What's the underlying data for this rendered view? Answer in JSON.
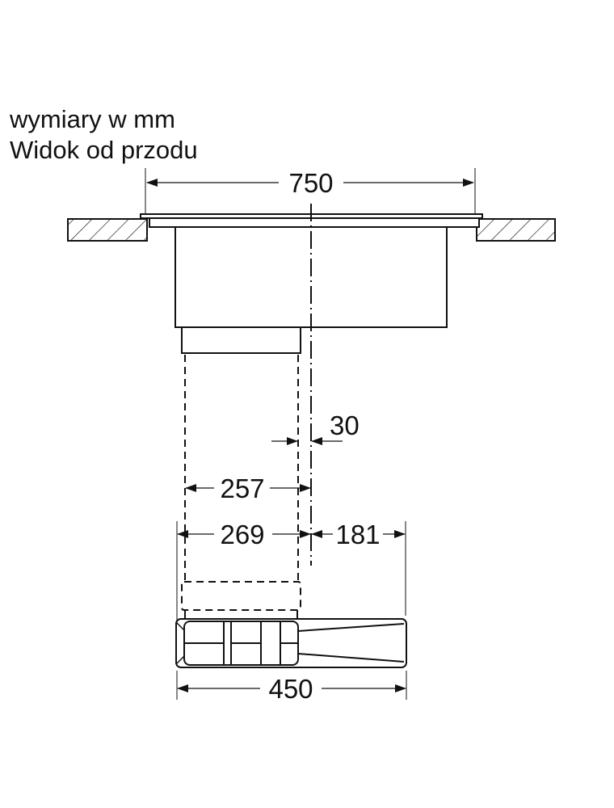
{
  "header": {
    "line1": "wymiary w mm",
    "line2": "Widok od przodu"
  },
  "dimensions": {
    "total_width": "750",
    "offset_center": "30",
    "duct_to_center": "257",
    "left_to_center": "269",
    "center_to_right": "181",
    "unit_width": "450"
  },
  "colors": {
    "line": "#111111",
    "background": "#ffffff"
  }
}
